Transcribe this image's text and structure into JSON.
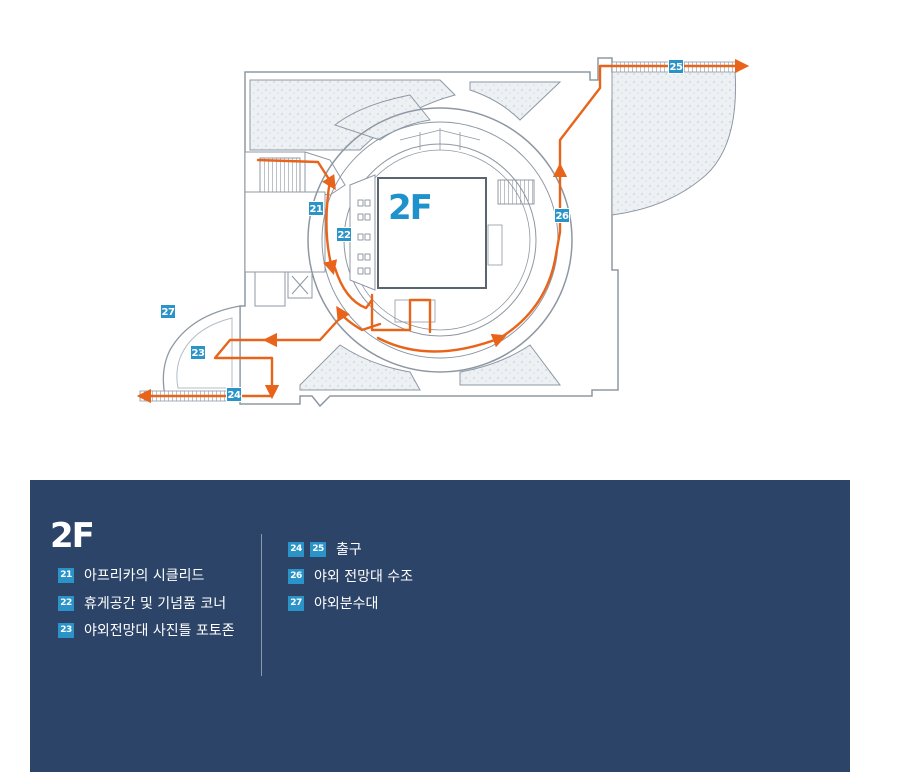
{
  "map": {
    "floor_label": "2F",
    "route_color": "#e8641b",
    "route_markers": [
      "21",
      "22",
      "23",
      "24",
      "25",
      "26",
      "27"
    ]
  },
  "legend": {
    "floor_title": "2F",
    "panel_color": "#2c4468",
    "badge_color": "#2a93c8",
    "items": [
      {
        "badges": [
          "21"
        ],
        "label": "아프리카의 시클리드"
      },
      {
        "badges": [
          "22"
        ],
        "label": "휴게공간 및 기념품 코너"
      },
      {
        "badges": [
          "23"
        ],
        "label": "야외전망대 사진틀 포토존"
      },
      {
        "badges": [
          "24",
          "25"
        ],
        "label": "출구"
      },
      {
        "badges": [
          "26"
        ],
        "label": "야외 전망대 수조"
      },
      {
        "badges": [
          "27"
        ],
        "label": "야외분수대"
      }
    ]
  }
}
